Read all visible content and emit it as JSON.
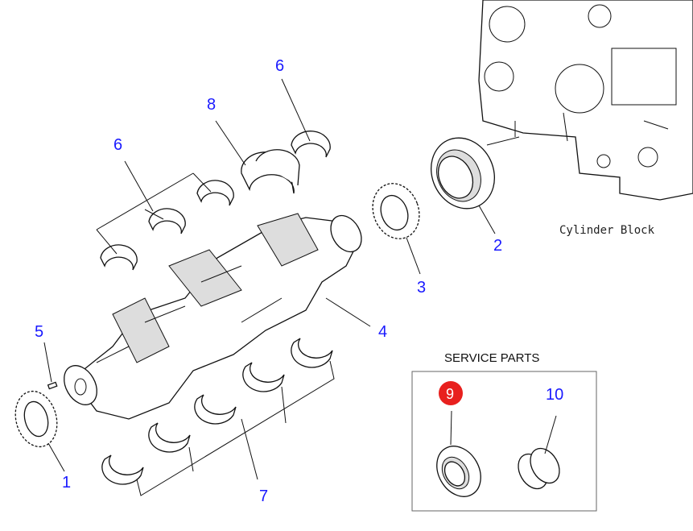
{
  "diagram": {
    "cylinder_block_label": "Cylinder Block",
    "service_parts_title": "SERVICE PARTS",
    "callouts": [
      {
        "id": "6a",
        "label": "6"
      },
      {
        "id": "8",
        "label": "8"
      },
      {
        "id": "6b",
        "label": "6"
      },
      {
        "id": "5",
        "label": "5"
      },
      {
        "id": "1",
        "label": "1"
      },
      {
        "id": "7",
        "label": "7"
      },
      {
        "id": "4",
        "label": "4"
      },
      {
        "id": "3",
        "label": "3"
      },
      {
        "id": "2",
        "label": "2"
      },
      {
        "id": "9",
        "label": "9",
        "highlighted": true
      },
      {
        "id": "10",
        "label": "10"
      }
    ]
  },
  "colors": {
    "callout": "#1a1aff",
    "highlight": "#e8201e",
    "line": "#111111"
  }
}
